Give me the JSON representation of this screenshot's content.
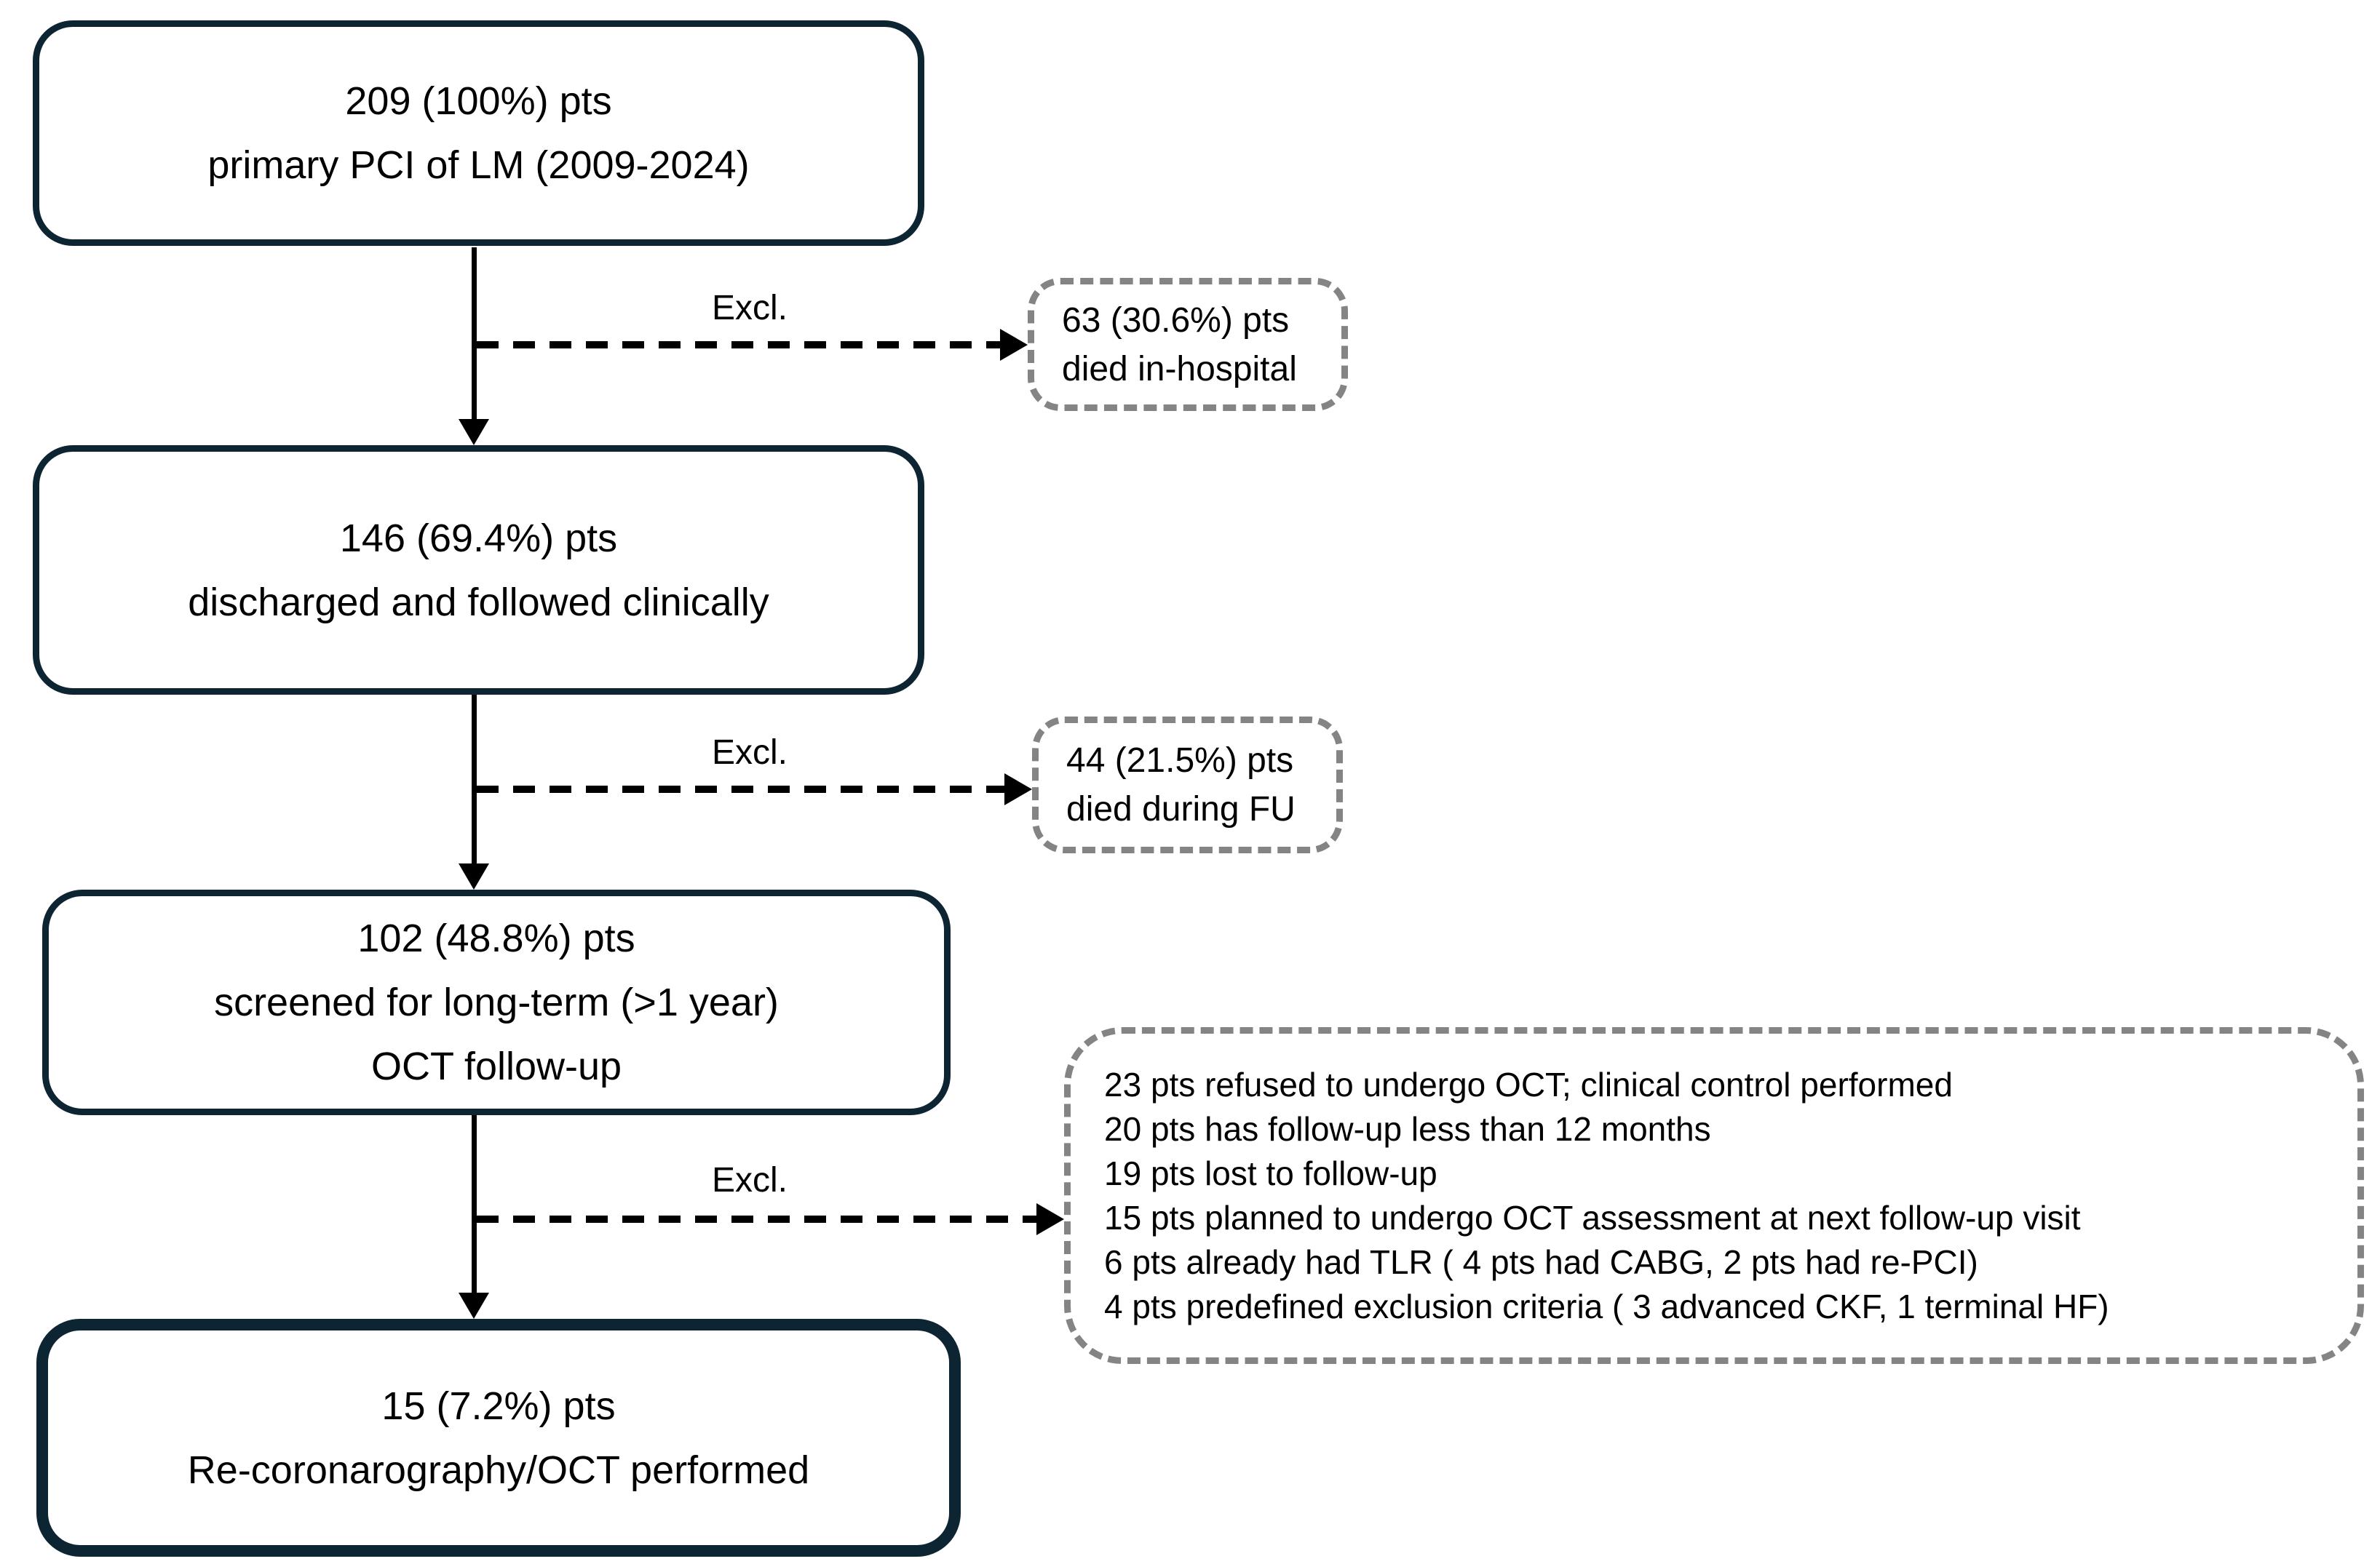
{
  "diagram": {
    "excl_label": "Excl.",
    "flow_boxes": [
      {
        "name": "primary-pci",
        "lines": [
          "209 (100%) pts",
          "primary PCI of LM (2009-2024)"
        ]
      },
      {
        "name": "discharged",
        "lines": [
          "146 (69.4%) pts",
          "discharged and followed clinically"
        ]
      },
      {
        "name": "screened",
        "lines": [
          "102 (48.8%) pts",
          "screened for long-term (>1 year)",
          "OCT follow-up"
        ]
      },
      {
        "name": "oct-performed",
        "lines": [
          "15 (7.2%) pts",
          "Re-coronarography/OCT performed"
        ]
      }
    ],
    "exclusion_boxes": [
      {
        "name": "died-in-hospital",
        "lines": [
          "63 (30.6%) pts",
          "died in-hospital"
        ]
      },
      {
        "name": "died-during-fu",
        "lines": [
          "44 (21.5%) pts",
          "died during FU"
        ]
      },
      {
        "name": "oct-exclusion-reasons",
        "lines": [
          "23 pts refused to undergo OCT; clinical control performed",
          "20 pts has follow-up less than 12 months",
          "19 pts lost to follow-up",
          "15 pts planned to undergo OCT assessment at next follow-up visit",
          "6 pts already had TLR ( 4 pts had CABG, 2 pts had re-PCI)",
          "4 pts predefined exclusion criteria ( 3 advanced CKF, 1 terminal HF)"
        ]
      }
    ],
    "colors": {
      "box_border": "#0d2433",
      "dashed_border": "#848484",
      "arrow": "#000000",
      "text": "#000000",
      "background": "#ffffff"
    }
  }
}
